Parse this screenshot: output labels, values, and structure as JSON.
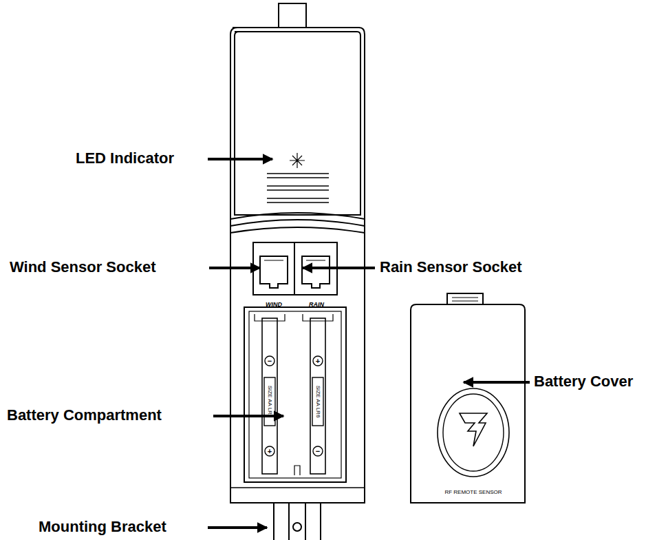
{
  "diagram": {
    "labels": [
      "LED Indicator",
      "Wind Sensor Socket",
      "Rain Sensor Socket",
      "WIND",
      "RAIN",
      "−",
      "+",
      "SIZE AA LR6",
      "SIZE AA LR6",
      "Battery Compartment",
      "Battery Cover",
      "+",
      "−",
      "RF REMOTE SENSOR",
      "Mounting Bracket"
    ]
  }
}
